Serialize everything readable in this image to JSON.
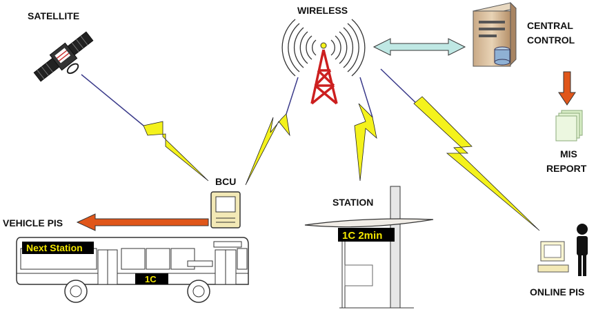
{
  "labels": {
    "satellite": "SATELLITE",
    "wireless": "WIRELESS",
    "central_control_1": "CENTRAL",
    "central_control_2": "CONTROL",
    "mis_report_1": "MIS",
    "mis_report_2": "REPORT",
    "bcu": "BCU",
    "station": "STATION",
    "vehicle_pis": "VEHICLE PIS",
    "online_pis": "ONLINE PIS"
  },
  "bus": {
    "next_station_sign": "Next Station",
    "route_sign": "1C"
  },
  "station_display": "1C 2min",
  "colors": {
    "lightning_fill": "#f4f21c",
    "link_line": "#3a3a8a",
    "arrow_orange": "#e0561a",
    "arrow_teal": "#bfe8e4",
    "tower_red": "#cc1f1f",
    "sign_bg": "#000000",
    "sign_text": "#f2e600"
  }
}
